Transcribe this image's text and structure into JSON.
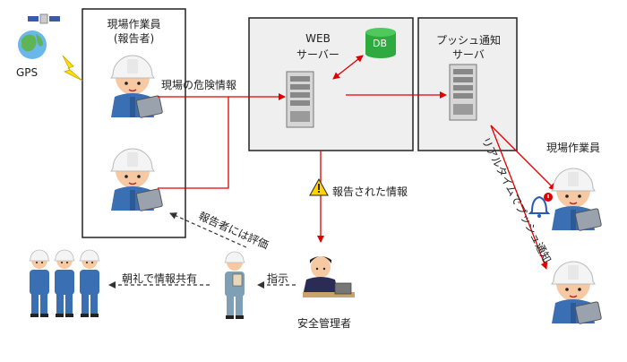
{
  "labels": {
    "reporter_title": "現場作業員",
    "reporter_sub": "(報告者)",
    "gps": "GPS",
    "web_server_line1": "WEB",
    "web_server_line2": "サーバー",
    "db": "DB",
    "push_server_line1": "プッシュ通知",
    "push_server_line2": "サーバ",
    "danger_info": "現場の危険情報",
    "reported_info": "報告された情報",
    "evaluate": "報告者には評価",
    "realtime_push": "リアルタイムでプッシュ通知",
    "workers_right": "現場作業員",
    "share": "朝礼で情報共有",
    "instruct": "指示",
    "safety_manager": "安全管理者"
  },
  "colors": {
    "arrow_red": "#e00000",
    "helmet": "#f4f4f4",
    "uniform": "#3b6fb3",
    "db_green": "#2eaa3e",
    "box_fill": "#efefef",
    "warning": "#ffd400"
  },
  "icons": {
    "satellite": "satellite-icon",
    "globe": "globe-icon",
    "lightning": "lightning-icon",
    "server": "server-icon",
    "bell": "bell-icon",
    "warning": "warning-icon"
  }
}
